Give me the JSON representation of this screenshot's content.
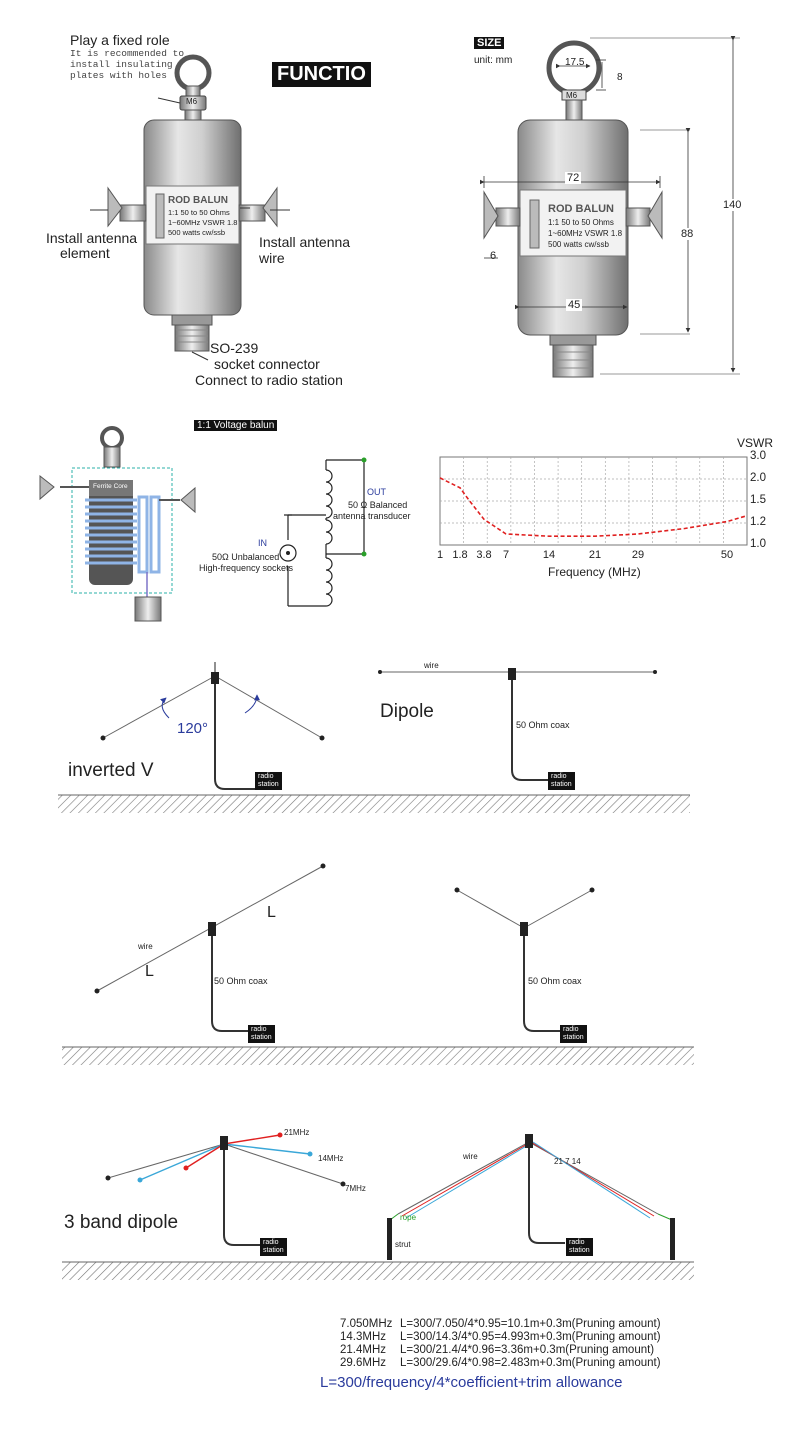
{
  "panel1": {
    "title": "FUNCTIO",
    "play_role": "Play a fixed role",
    "recommend": [
      "It is recommended to",
      "install insulating",
      "plates with holes"
    ],
    "m6": "M6",
    "balun_lines": [
      "ROD BALUN",
      "1:1 50 to 50 Ohms",
      "1~60MHz VSWR 1.8",
      "500 watts cw/ssb"
    ],
    "install_element": [
      "Install antenna",
      "element"
    ],
    "install_wire": [
      "Install antenna",
      "wire"
    ],
    "so239": [
      "SO-239",
      "socket connector",
      "Connect to radio station"
    ]
  },
  "panel2": {
    "size_tag": "SIZE",
    "unit": "unit: mm",
    "dims": {
      "d175": "17.5",
      "d8": "8",
      "m6": "M6",
      "d72": "72",
      "d6": "6",
      "d45": "45",
      "d88": "88",
      "d140": "140"
    },
    "balun_lines": [
      "ROD BALUN",
      "1:1 50 to 50 Ohms",
      "1~60MHz VSWR 1.8",
      "500 watts cw/ssb"
    ]
  },
  "schematic": {
    "tag": "1:1 Voltage balun",
    "ferrite": "Ferrite Core",
    "out": "OUT",
    "out_desc": [
      "50 Ω Balanced",
      "antenna transducer"
    ],
    "in": "IN",
    "in_desc": [
      "50Ω Unbalanced",
      "High-frequency sockets"
    ]
  },
  "chart_data": {
    "type": "line",
    "title": "VSWR",
    "xlabel": "Frequency (MHz)",
    "ylabel": "VSWR",
    "x_ticks": [
      "1",
      "1.8",
      "3.8",
      "7",
      "14",
      "21",
      "29",
      "50"
    ],
    "y_ticks": [
      "3.0",
      "2.0",
      "1.5",
      "1.2",
      "1.0"
    ],
    "ylim": [
      1.0,
      3.0
    ],
    "grid": true,
    "series": [
      {
        "color": "#e02020",
        "style": "dashed",
        "x": [
          1,
          1.8,
          2.6,
          3.8,
          7,
          14,
          21,
          29,
          40,
          50,
          60
        ],
        "y": [
          2.05,
          1.8,
          1.5,
          1.25,
          1.1,
          1.08,
          1.08,
          1.1,
          1.15,
          1.22,
          1.3
        ]
      }
    ]
  },
  "layouts": {
    "inverted_v": {
      "label": "inverted V",
      "angle": "120°",
      "station": [
        "radio",
        "station"
      ]
    },
    "dipole": {
      "label": "Dipole",
      "wire": "wire",
      "coax": "50 Ohm coax",
      "station": [
        "radio",
        "station"
      ]
    },
    "sloper": {
      "wire": "wire",
      "l1": "L",
      "l2": "L",
      "coax": "50 Ohm coax",
      "station": [
        "radio",
        "station"
      ]
    },
    "vee": {
      "coax": "50 Ohm coax",
      "station": [
        "radio",
        "station"
      ]
    },
    "three_band": {
      "label": "3 band dipole",
      "f21": "21MHz",
      "f14": "14MHz",
      "f7": "7MHz",
      "station": [
        "radio",
        "station"
      ]
    },
    "three_band_strut": {
      "wire": "wire",
      "nums": "21  7  14",
      "rope": "rope",
      "strut": "strut",
      "station": [
        "radio",
        "station"
      ]
    }
  },
  "formulas": {
    "lines": [
      {
        "freq": "7.050MHz",
        "calc": "L=300/7.050/4*0.95=10.1m+0.3m(Pruning amount)"
      },
      {
        "freq": "14.3MHz",
        "calc": "L=300/14.3/4*0.95=4.993m+0.3m(Pruning amount)"
      },
      {
        "freq": "21.4MHz",
        "calc": "L=300/21.4/4*0.96=3.36m+0.3m(Pruning amount)"
      },
      {
        "freq": "29.6MHz",
        "calc": "L=300/29.6/4*0.98=2.483m+0.3m(Pruning amount)"
      }
    ],
    "general": "L=300/frequency/4*coefficient+trim allowance"
  },
  "colors": {
    "accent_blue": "#2a3b9c",
    "chart_red": "#e02020",
    "teal": "#2bb0a8"
  }
}
